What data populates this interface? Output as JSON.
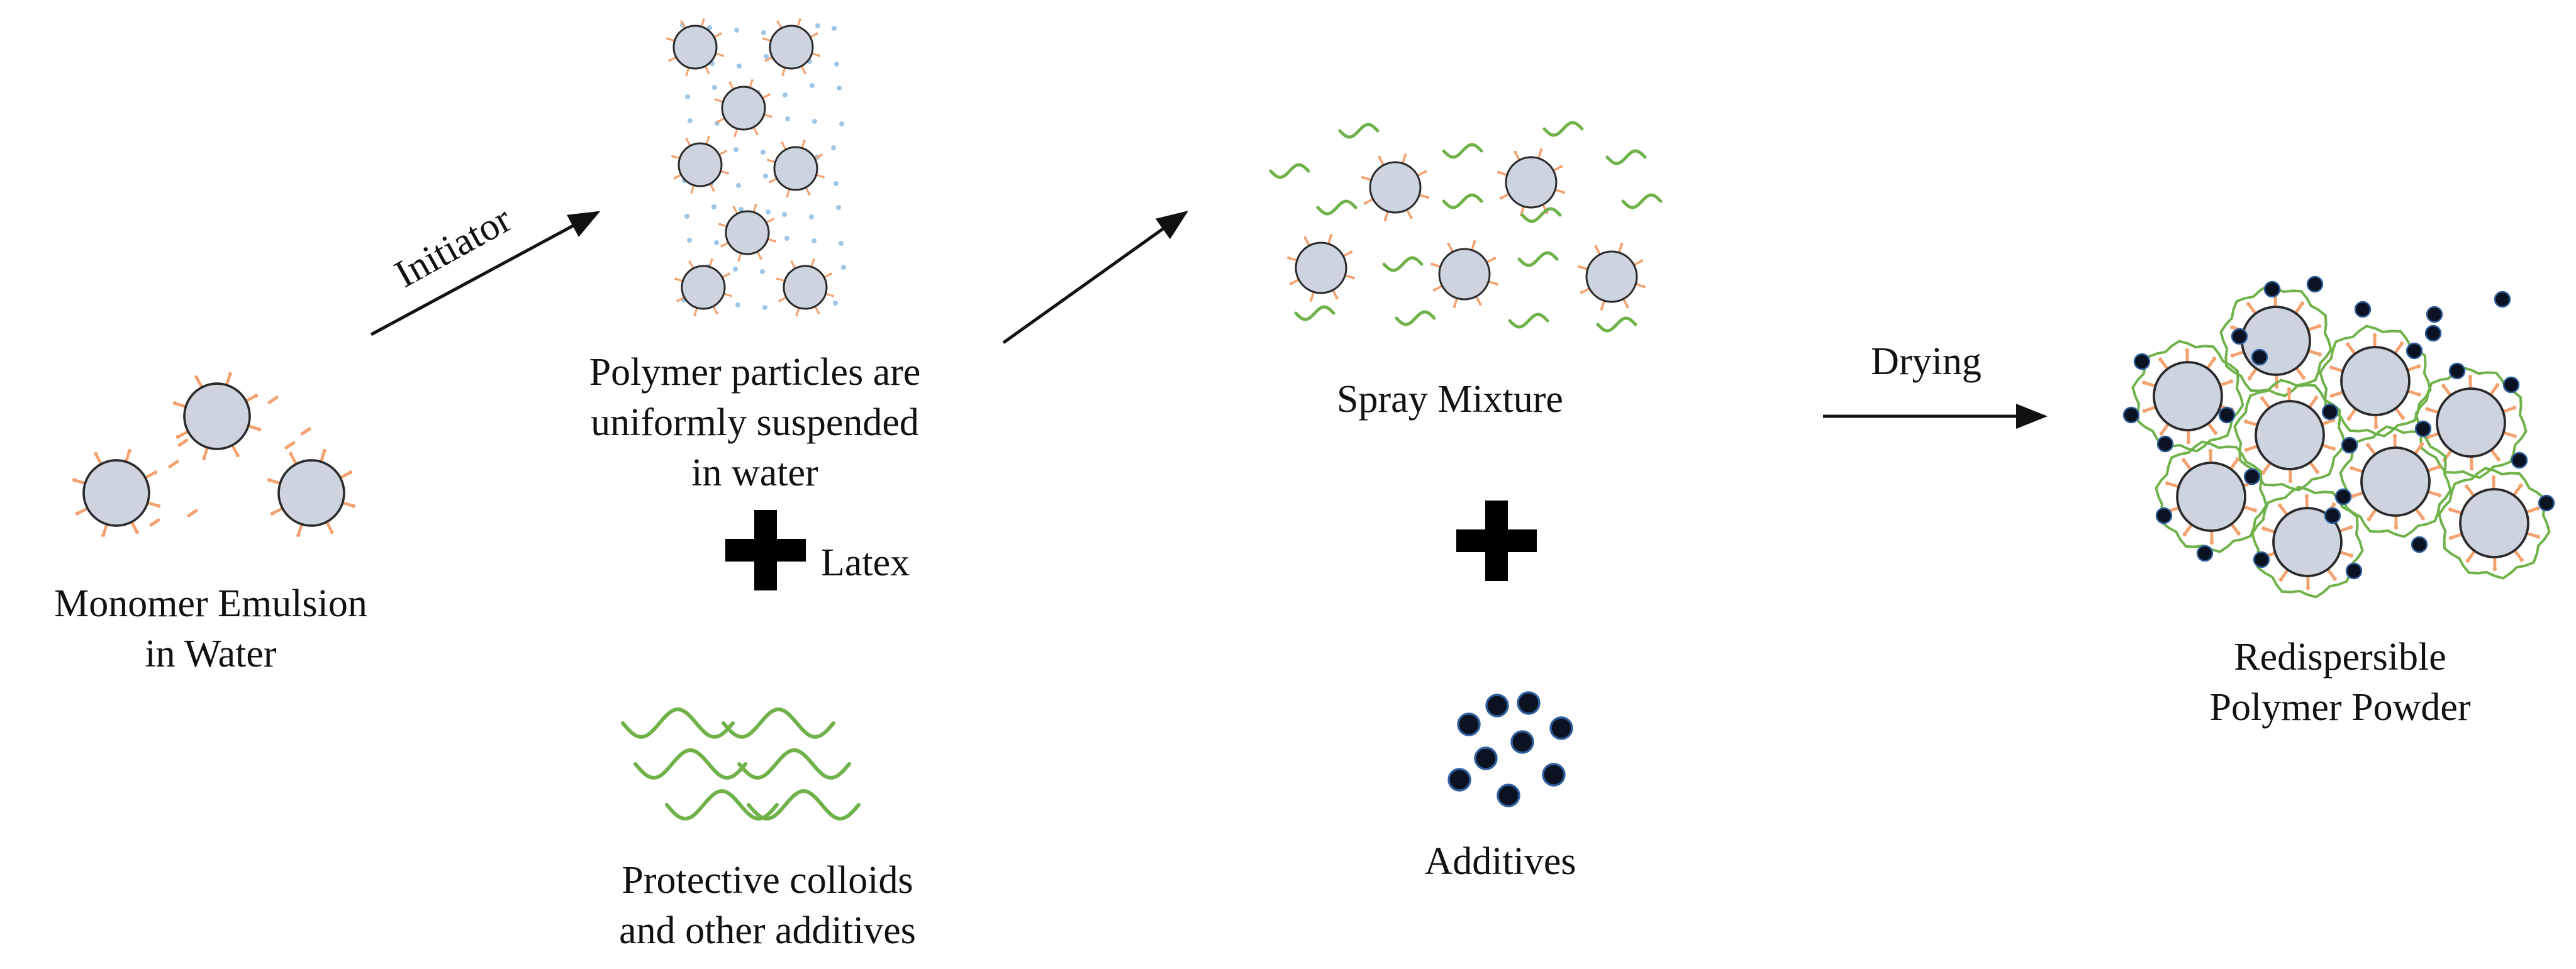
{
  "labels": {
    "monomer_line1": "Monomer Emulsion",
    "monomer_line2": "in Water",
    "initiator": "Initiator",
    "polymer_line1": "Polymer particles are",
    "polymer_line2": "uniformly suspended",
    "polymer_line3": "in water",
    "latex": "Latex",
    "colloids_line1": "Protective colloids",
    "colloids_line2": "and other additives",
    "spray_mixture": "Spray Mixture",
    "additives": "Additives",
    "drying": "Drying",
    "powder_line1": "Redispersible",
    "powder_line2": "Polymer Powder"
  },
  "colors": {
    "particle_fill": "#cdd3df",
    "particle_stroke": "#2a2a2a",
    "surfactant": "#f3a26f",
    "water_dots": "#9ec6e6",
    "colloid_green": "#6fb24a",
    "additive_dot": "#0b1322",
    "additive_ring": "#2f5f9e",
    "text": "#111111"
  }
}
